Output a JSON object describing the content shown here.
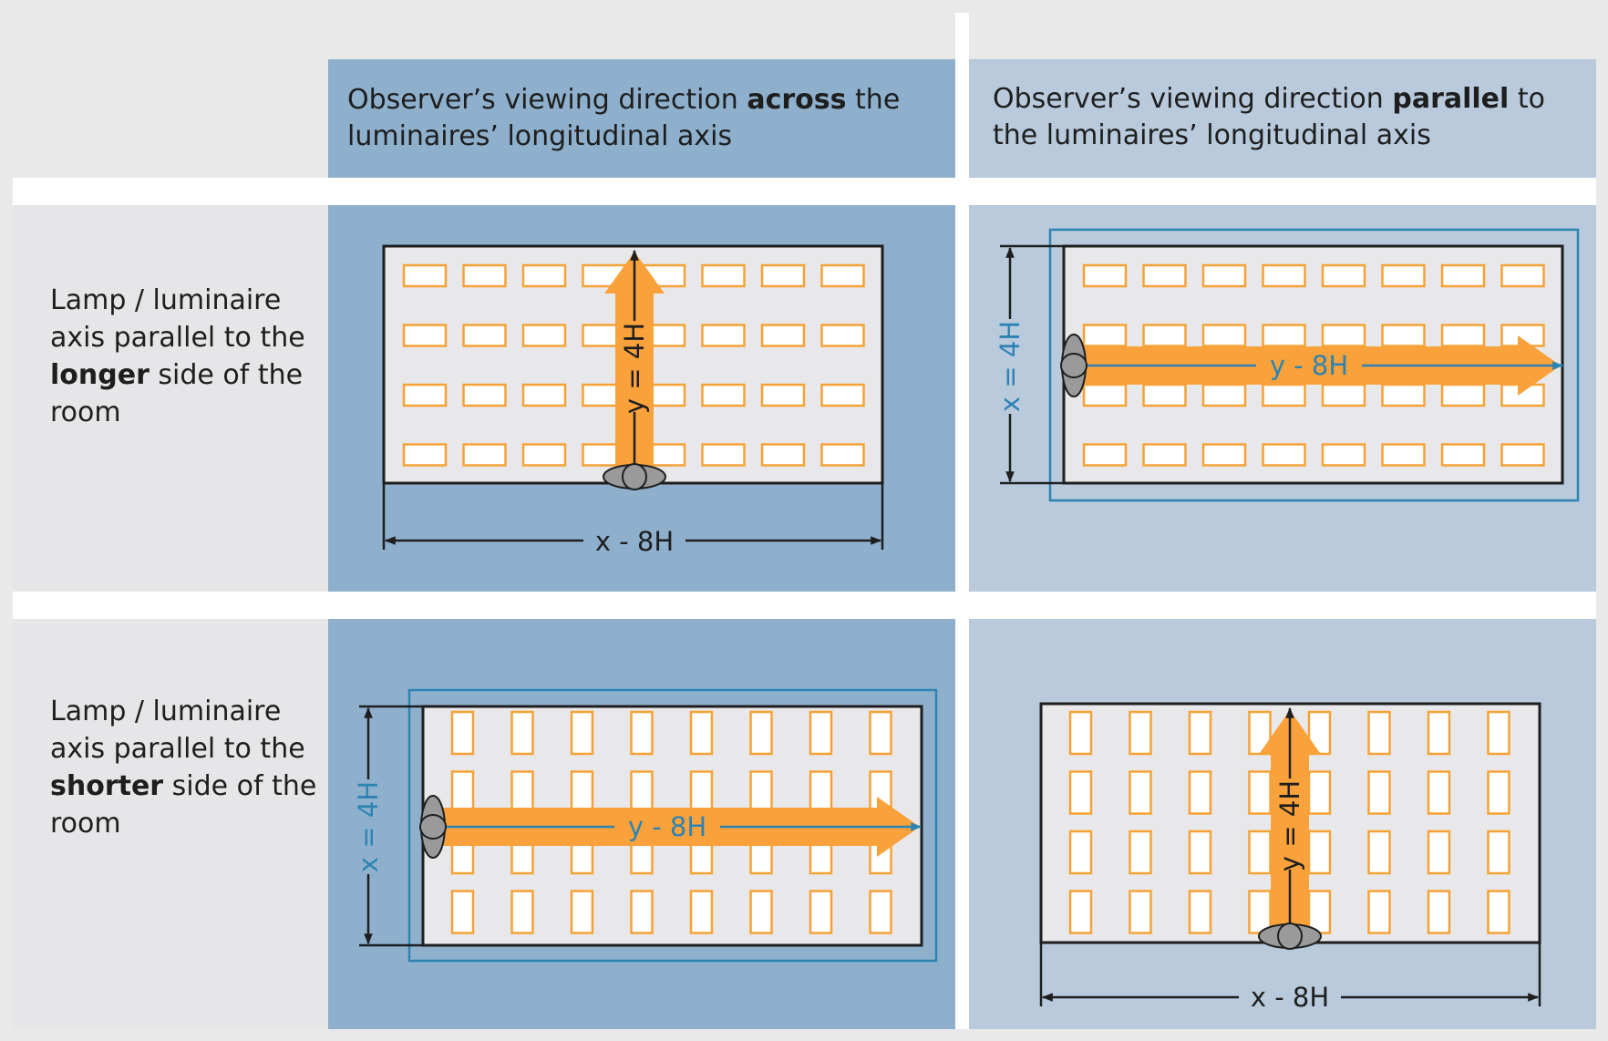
{
  "header_col1": {
    "line1_pre": "Observer’s viewing direction ",
    "line1_bold": "across",
    "line1_post": " the",
    "line2": "luminaires’  longitudinal axis"
  },
  "header_col2": {
    "line1_pre": "Observer’s viewing direction ",
    "line1_bold": "parallel",
    "line1_post": " to",
    "line2": "the luminaires’ longitudinal axis"
  },
  "row1_label": {
    "line1": "Lamp / luminaire",
    "line2": "axis parallel to the",
    "line3_bold": "longer",
    "line3_post": " side of the",
    "line4": "room"
  },
  "row2_label": {
    "line1": "Lamp / luminaire",
    "line2": "axis parallel to the",
    "line3_bold": "shorter",
    "line3_post": " side of the",
    "line4": "room"
  },
  "labels": {
    "p1_view": "y = 4H",
    "p1_dim": "x - 8H",
    "p2_view": "y - 8H",
    "p2_dim": "x = 4H",
    "p3_view": "y - 8H",
    "p3_dim": "x = 4H",
    "p4_view": "y = 4H",
    "p4_dim": "x - 8H"
  },
  "colors": {
    "frame_bg": "#e9e9e9",
    "label_cell": "#e6e6e8",
    "dark_blue_cell": "#8eb0cd",
    "light_blue_cell": "#b8cadc",
    "room_fill": "#e8e8ea",
    "luminaire_stroke": "#f5a235",
    "arrow_orange": "#f9a23b",
    "blue_line": "#2d83b3",
    "person_fill": "#9a9a9a"
  }
}
